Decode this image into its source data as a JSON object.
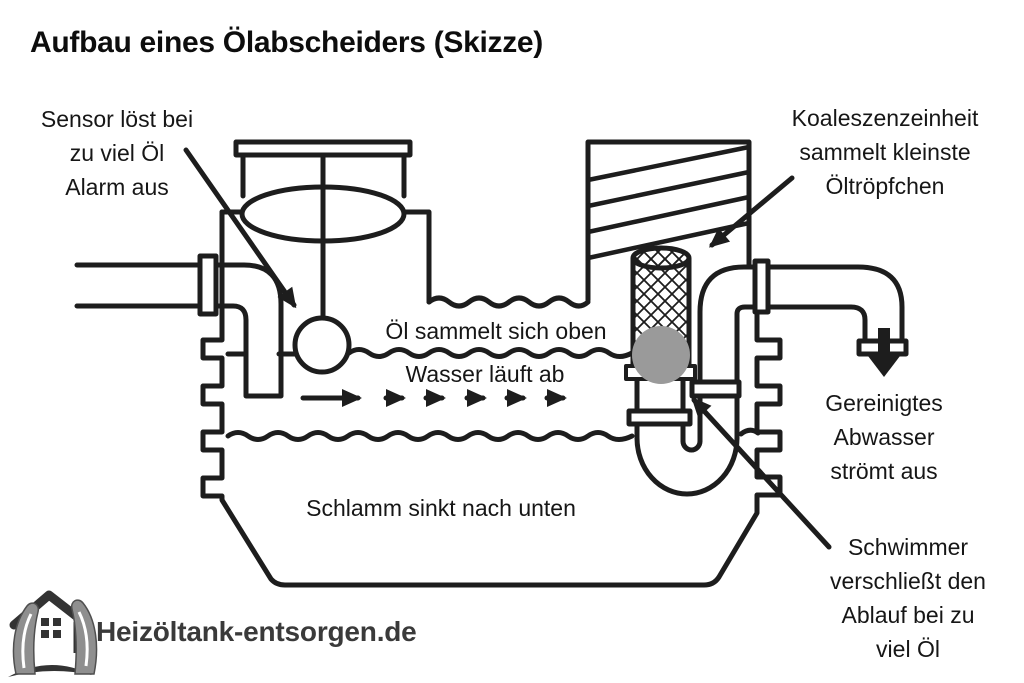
{
  "page": {
    "background": "#ffffff"
  },
  "title": "Aufbau eines Ölabscheiders (Skizze)",
  "diagram": {
    "line_color": "#1d1d1d",
    "float_color": "#9a9a9a",
    "labels": {
      "sensor": {
        "line1": "Sensor löst bei",
        "line2": "zu viel Öl",
        "line3": "Alarm aus"
      },
      "coalescence": {
        "line1": "Koaleszenzeinheit",
        "line2": "sammelt kleinste",
        "line3": "Öltröpfchen"
      },
      "oil": "Öl sammelt sich oben",
      "water": "Wasser läuft ab",
      "sludge": "Schlamm sinkt nach unten",
      "outflow": {
        "line1": "Gereinigtes",
        "line2": "Abwasser",
        "line3": "strömt aus"
      },
      "float": {
        "line1": "Schwimmer",
        "line2": "verschließt den",
        "line3": "Ablauf bei zu",
        "line4": "viel Öl"
      }
    }
  },
  "footer": {
    "brand": "Heizöltank-entsorgen.de"
  }
}
